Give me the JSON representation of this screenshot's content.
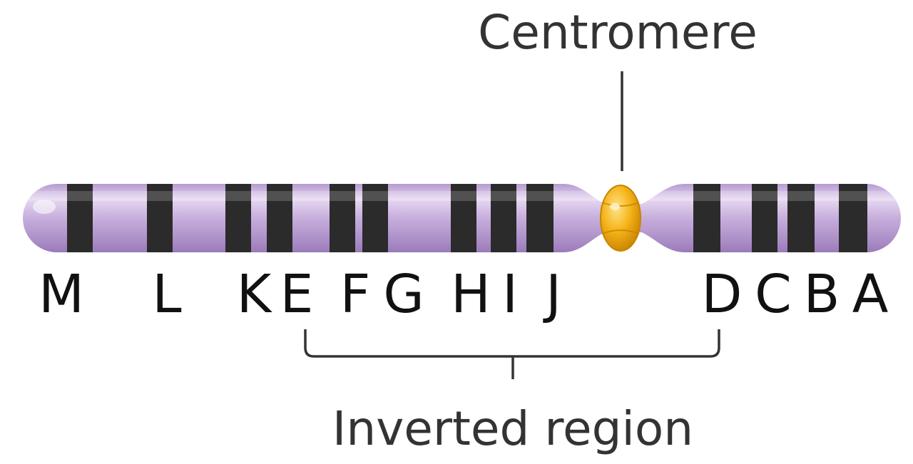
{
  "diagram": {
    "labels": {
      "centromere": "Centromere",
      "inverted_region": "Inverted region"
    },
    "genes": [
      "M",
      "L",
      "K",
      "E",
      "F",
      "G",
      "H",
      "I",
      "J",
      "D",
      "C",
      "B",
      "A"
    ],
    "colors": {
      "chromosome_fill": "#c3a8d8",
      "chromosome_highlight": "#e8dcf2",
      "band": "#2b2b2b",
      "centromere": "#f2a900",
      "text": "#111111",
      "line": "#333333"
    }
  }
}
